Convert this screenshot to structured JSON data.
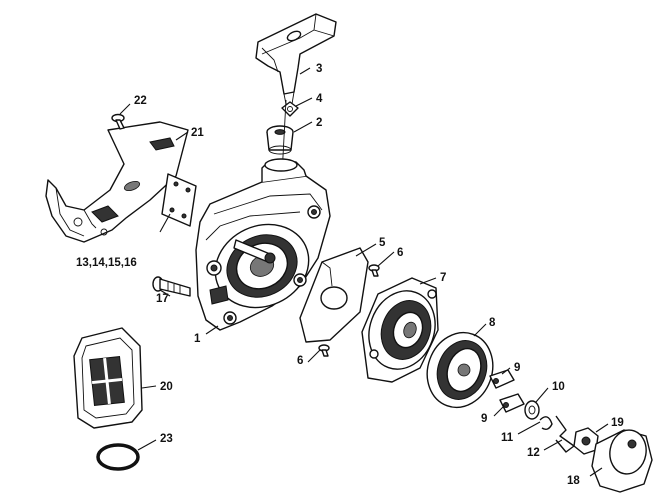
{
  "callouts": [
    {
      "id": "c1",
      "label": "1"
    },
    {
      "id": "c2",
      "label": "2"
    },
    {
      "id": "c3",
      "label": "3"
    },
    {
      "id": "c4",
      "label": "4"
    },
    {
      "id": "c5",
      "label": "5"
    },
    {
      "id": "c6a",
      "label": "6"
    },
    {
      "id": "c6b",
      "label": "6"
    },
    {
      "id": "c7",
      "label": "7"
    },
    {
      "id": "c8",
      "label": "8"
    },
    {
      "id": "c9a",
      "label": "9"
    },
    {
      "id": "c9b",
      "label": "9"
    },
    {
      "id": "c10",
      "label": "10"
    },
    {
      "id": "c11",
      "label": "11"
    },
    {
      "id": "c12",
      "label": "12"
    },
    {
      "id": "c13",
      "label": "13,14,15,16"
    },
    {
      "id": "c17",
      "label": "17"
    },
    {
      "id": "c18",
      "label": "18"
    },
    {
      "id": "c19",
      "label": "19"
    },
    {
      "id": "c20",
      "label": "20"
    },
    {
      "id": "c21",
      "label": "21"
    },
    {
      "id": "c22",
      "label": "22"
    },
    {
      "id": "c23",
      "label": "23"
    }
  ]
}
